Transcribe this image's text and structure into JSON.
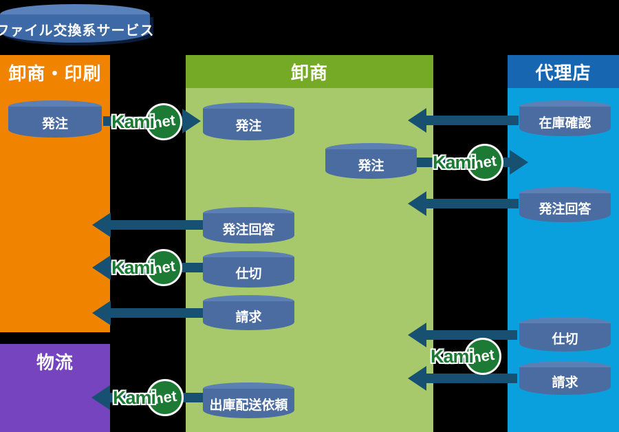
{
  "diagram": {
    "service": {
      "label": "ファイル交換系サービス"
    },
    "columns": {
      "wholesale_print": {
        "title": "卸商・印刷"
      },
      "wholesale": {
        "title": "卸商"
      },
      "agency": {
        "title": "代理店"
      },
      "logistics": {
        "title": "物流"
      }
    },
    "nodes": {
      "wp_order": {
        "label": "発注"
      },
      "w_order_in": {
        "label": "発注"
      },
      "w_order_out": {
        "label": "発注"
      },
      "w_order_reply": {
        "label": "発注回答"
      },
      "w_invoice": {
        "label": "仕切"
      },
      "w_billing": {
        "label": "請求"
      },
      "w_shipping_request": {
        "label": "出庫配送依頼"
      },
      "a_stock_check": {
        "label": "在庫確認"
      },
      "a_order_reply": {
        "label": "発注回答"
      },
      "a_invoice": {
        "label": "仕切"
      },
      "a_billing": {
        "label": "請求"
      }
    },
    "kaminet": {
      "kami": "Kami",
      "net": "net"
    },
    "colors": {
      "background": "#000000",
      "orange_column": "#F08300",
      "green_header": "#74AA25",
      "green_body": "#A8C96B",
      "blue_header": "#1766B2",
      "blue_body": "#0AA0DD",
      "purple_column": "#7544BE",
      "cylinder_body": "#4A6CA0",
      "cylinder_top": "#5C80B4",
      "arrow": "#175070",
      "kaminet_green": "#1D7A34"
    }
  }
}
